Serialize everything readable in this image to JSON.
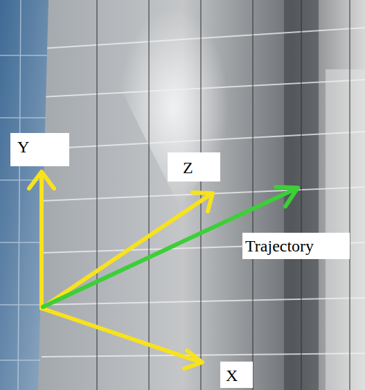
{
  "diagram": {
    "labels": [
      "Y",
      "Z",
      "Trajectory",
      "X"
    ]
  }
}
